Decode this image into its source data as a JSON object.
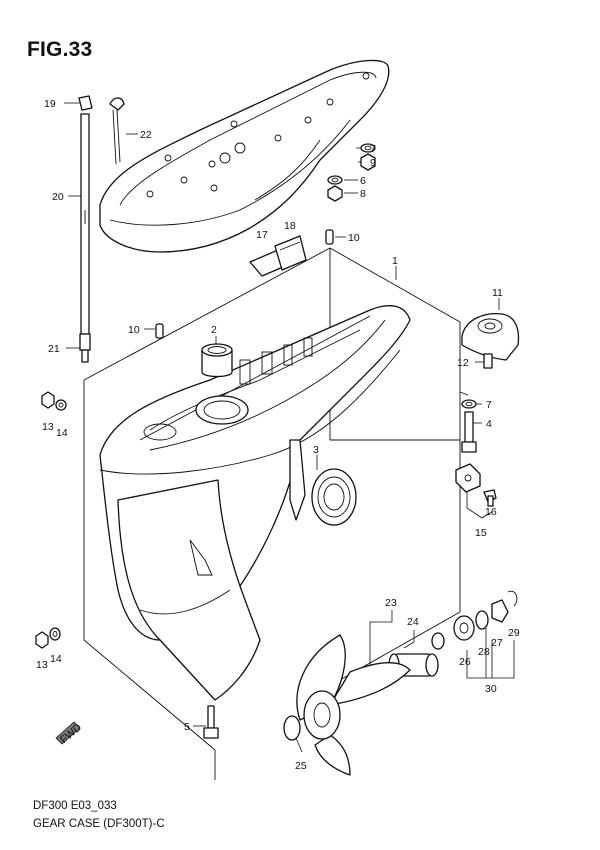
{
  "figure": {
    "title": "FIG.33"
  },
  "footer": {
    "model_code": "DF300 E03_033",
    "name": "GEAR CASE (DF300T)-C"
  },
  "fwd_badge": "FWD",
  "callouts": [
    {
      "id": "c19",
      "text": "19"
    },
    {
      "id": "c22",
      "text": "22"
    },
    {
      "id": "c20",
      "text": "20"
    },
    {
      "id": "c21",
      "text": "21"
    },
    {
      "id": "c13a",
      "text": "13"
    },
    {
      "id": "c14a",
      "text": "14"
    },
    {
      "id": "c7a",
      "text": "7"
    },
    {
      "id": "c9",
      "text": "9"
    },
    {
      "id": "c6",
      "text": "6"
    },
    {
      "id": "c8",
      "text": "8"
    },
    {
      "id": "c17",
      "text": "17"
    },
    {
      "id": "c18",
      "text": "18"
    },
    {
      "id": "c10a",
      "text": "10"
    },
    {
      "id": "c1",
      "text": "1"
    },
    {
      "id": "c11",
      "text": "11"
    },
    {
      "id": "c10b",
      "text": "10"
    },
    {
      "id": "c2",
      "text": "2"
    },
    {
      "id": "c12",
      "text": "12"
    },
    {
      "id": "c7b",
      "text": "7"
    },
    {
      "id": "c4",
      "text": "4"
    },
    {
      "id": "c3",
      "text": "3"
    },
    {
      "id": "c16",
      "text": "16"
    },
    {
      "id": "c15",
      "text": "15"
    },
    {
      "id": "c23",
      "text": "23"
    },
    {
      "id": "c24",
      "text": "24"
    },
    {
      "id": "c29",
      "text": "29"
    },
    {
      "id": "c26",
      "text": "26"
    },
    {
      "id": "c28",
      "text": "28"
    },
    {
      "id": "c27",
      "text": "27"
    },
    {
      "id": "c30",
      "text": "30"
    },
    {
      "id": "c13b",
      "text": "13"
    },
    {
      "id": "c14b",
      "text": "14"
    },
    {
      "id": "c5",
      "text": "5"
    },
    {
      "id": "c25",
      "text": "25"
    }
  ]
}
